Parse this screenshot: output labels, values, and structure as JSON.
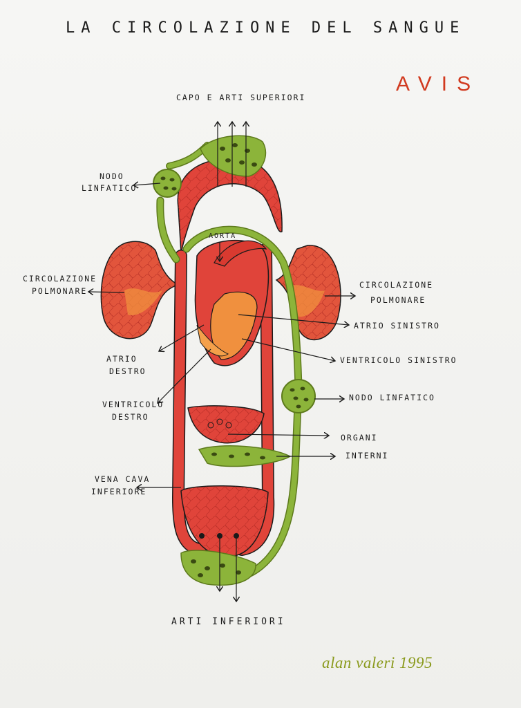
{
  "title": "LA CIRCOLAZIONE DEL SANGUE",
  "brand": "AVIS",
  "labels": {
    "head_limbs": "CAPO E ARTI SUPERIORI",
    "lymph_node_left_1": "NODO",
    "lymph_node_left_2": "LINFATICO",
    "aorta": "AORTA",
    "pulm_left_1": "CIRCOLAZIONE",
    "pulm_left_2": "POLMONARE",
    "pulm_right_1": "CIRCOLAZIONE",
    "pulm_right_2": "POLMONARE",
    "left_atrium": "ATRIO SINISTRO",
    "right_atrium_1": "ATRIO",
    "right_atrium_2": "DESTRO",
    "left_ventricle": "VENTRICOLO SINISTRO",
    "right_ventricle_1": "VENTRICOLO",
    "right_ventricle_2": "DESTRO",
    "lymph_node_right": "NODO LINFATICO",
    "organs_1": "ORGANI",
    "organs_2": "INTERNI",
    "vena_cava_1": "VENA CAVA",
    "vena_cava_2": "INFERIORE",
    "lower_limbs": "ARTI INFERIORI"
  },
  "signature": "alan valeri  1995",
  "colors": {
    "blood": "#e0443a",
    "blood_dark": "#c62f2a",
    "oxygen_poor": "#f08a3a",
    "lymph": "#8cb43a",
    "lymph_dark": "#5d7a1c",
    "ink": "#1a1a1a",
    "brand": "#d13a1f",
    "signature": "#8a9a1c"
  }
}
